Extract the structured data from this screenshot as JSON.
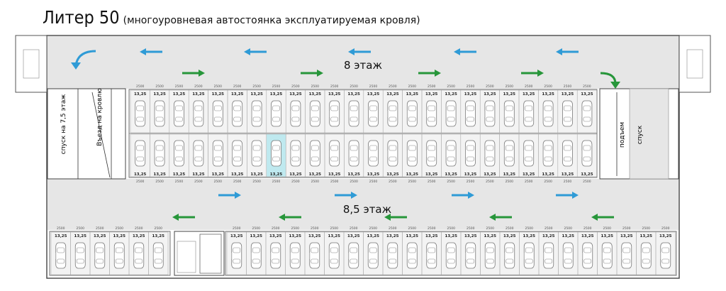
{
  "title": {
    "main": "Литер 50",
    "subtitle": "(многоуровневая автостоянка эксплуатируемая кровля)"
  },
  "levels": {
    "upper": "8 этаж",
    "lower": "8,5 этаж"
  },
  "ramps": {
    "down_left": "спуск на 7,5 этаж",
    "exit_roof": "Въезд на кровлю",
    "up_right": "подъем",
    "down_right": "спуск"
  },
  "parking": {
    "spot_area": "13,25",
    "spot_width": "2500",
    "highlighted_spot": {
      "row": "upper-bottom",
      "index": 7
    }
  },
  "colors": {
    "blue_arrow": "#2f9bd6",
    "green_arrow": "#27963a",
    "aisle_fill": "#e6e6e6",
    "highlight": "#bfe9ef"
  },
  "icons": [
    "blue-arrow-left-icon",
    "blue-arrow-right-icon",
    "green-arrow-left-icon",
    "green-arrow-right-icon",
    "blue-turn-arrow-icon",
    "green-turn-arrow-icon",
    "car-icon",
    "stair-icon"
  ]
}
